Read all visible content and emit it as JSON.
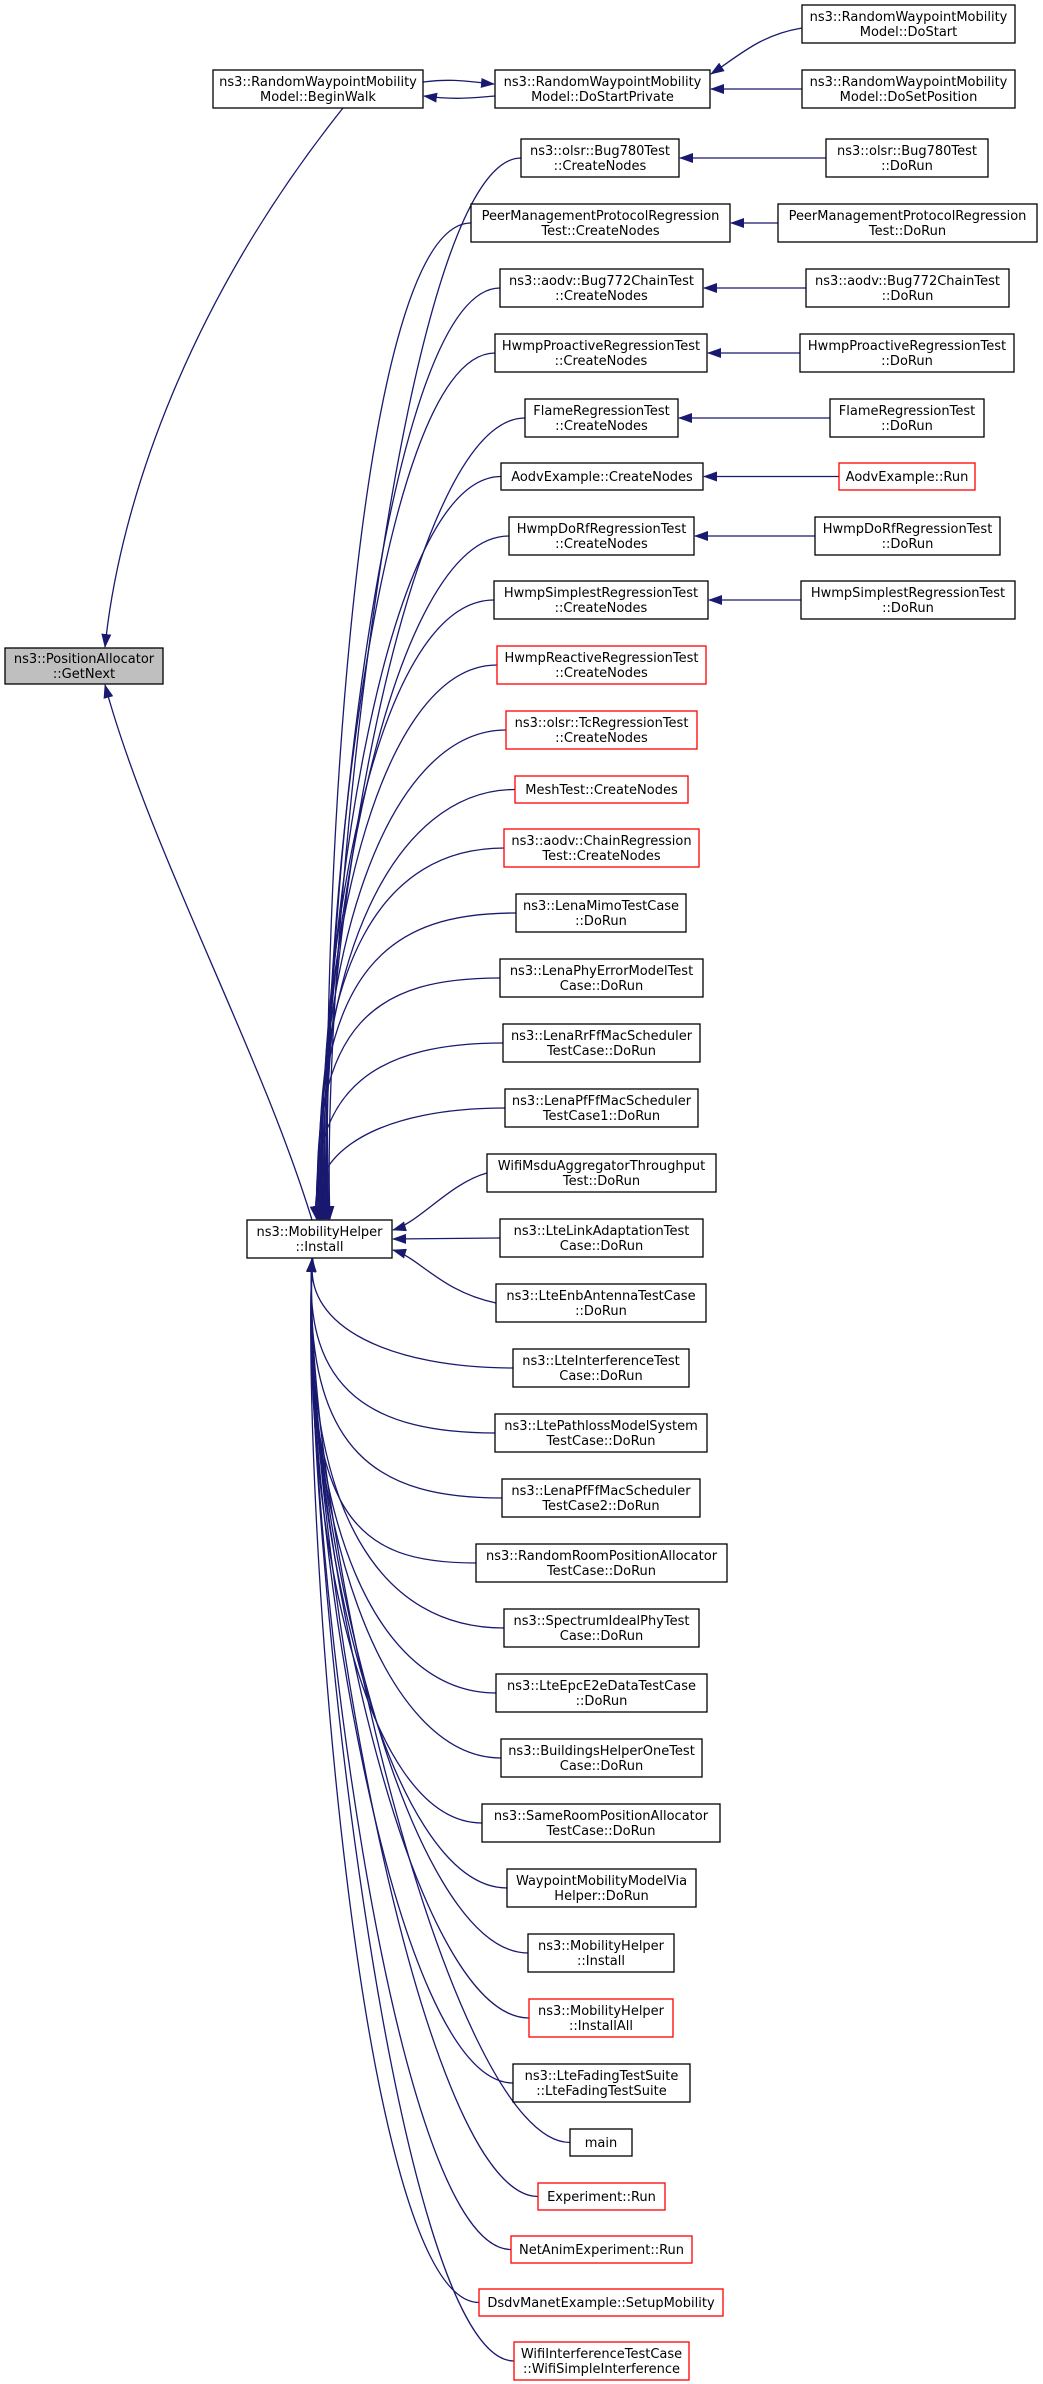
{
  "graph": {
    "nodes": [
      {
        "id": "getnext",
        "lines": [
          "ns3::PositionAllocator",
          "::GetNext"
        ],
        "style": "focus"
      },
      {
        "id": "beginwalk",
        "lines": [
          "ns3::RandomWaypointMobility",
          "Model::BeginWalk"
        ],
        "style": "normal"
      },
      {
        "id": "dostartprivate",
        "lines": [
          "ns3::RandomWaypointMobility",
          "Model::DoStartPrivate"
        ],
        "style": "normal"
      },
      {
        "id": "dostart",
        "lines": [
          "ns3::RandomWaypointMobility",
          "Model::DoStart"
        ],
        "style": "normal"
      },
      {
        "id": "dosetposition",
        "lines": [
          "ns3::RandomWaypointMobility",
          "Model::DoSetPosition"
        ],
        "style": "normal"
      },
      {
        "id": "install",
        "lines": [
          "ns3::MobilityHelper",
          "::Install"
        ],
        "style": "normal"
      },
      {
        "id": "bug780cn",
        "lines": [
          "ns3::olsr::Bug780Test",
          "::CreateNodes"
        ],
        "style": "normal"
      },
      {
        "id": "bug780run",
        "lines": [
          "ns3::olsr::Bug780Test",
          "::DoRun"
        ],
        "style": "normal"
      },
      {
        "id": "pmprcn",
        "lines": [
          "PeerManagementProtocolRegression",
          "Test::CreateNodes"
        ],
        "style": "normal"
      },
      {
        "id": "pmprrun",
        "lines": [
          "PeerManagementProtocolRegression",
          "Test::DoRun"
        ],
        "style": "normal"
      },
      {
        "id": "bug772cn",
        "lines": [
          "ns3::aodv::Bug772ChainTest",
          "::CreateNodes"
        ],
        "style": "normal"
      },
      {
        "id": "bug772run",
        "lines": [
          "ns3::aodv::Bug772ChainTest",
          "::DoRun"
        ],
        "style": "normal"
      },
      {
        "id": "hpcn",
        "lines": [
          "HwmpProactiveRegressionTest",
          "::CreateNodes"
        ],
        "style": "normal"
      },
      {
        "id": "hprun",
        "lines": [
          "HwmpProactiveRegressionTest",
          "::DoRun"
        ],
        "style": "normal"
      },
      {
        "id": "flamecn",
        "lines": [
          "FlameRegressionTest",
          "::CreateNodes"
        ],
        "style": "normal"
      },
      {
        "id": "flamerun",
        "lines": [
          "FlameRegressionTest",
          "::DoRun"
        ],
        "style": "normal"
      },
      {
        "id": "aodvexcn",
        "lines": [
          "AodvExample::CreateNodes"
        ],
        "style": "normal"
      },
      {
        "id": "aodvexrun",
        "lines": [
          "AodvExample::Run"
        ],
        "style": "red"
      },
      {
        "id": "hdrfcn",
        "lines": [
          "HwmpDoRfRegressionTest",
          "::CreateNodes"
        ],
        "style": "normal"
      },
      {
        "id": "hdrfrun",
        "lines": [
          "HwmpDoRfRegressionTest",
          "::DoRun"
        ],
        "style": "normal"
      },
      {
        "id": "hsimcn",
        "lines": [
          "HwmpSimplestRegressionTest",
          "::CreateNodes"
        ],
        "style": "normal"
      },
      {
        "id": "hsimrun",
        "lines": [
          "HwmpSimplestRegressionTest",
          "::DoRun"
        ],
        "style": "normal"
      },
      {
        "id": "hreactcn",
        "lines": [
          "HwmpReactiveRegressionTest",
          "::CreateNodes"
        ],
        "style": "red"
      },
      {
        "id": "olsrtccn",
        "lines": [
          "ns3::olsr::TcRegressionTest",
          "::CreateNodes"
        ],
        "style": "red"
      },
      {
        "id": "meshcn",
        "lines": [
          "MeshTest::CreateNodes"
        ],
        "style": "red"
      },
      {
        "id": "aodvchaincn",
        "lines": [
          "ns3::aodv::ChainRegression",
          "Test::CreateNodes"
        ],
        "style": "red"
      },
      {
        "id": "lenamimo",
        "lines": [
          "ns3::LenaMimoTestCase",
          "::DoRun"
        ],
        "style": "normal"
      },
      {
        "id": "lenaphyerr",
        "lines": [
          "ns3::LenaPhyErrorModelTest",
          "Case::DoRun"
        ],
        "style": "normal"
      },
      {
        "id": "lenarrff",
        "lines": [
          "ns3::LenaRrFfMacScheduler",
          "TestCase::DoRun"
        ],
        "style": "normal"
      },
      {
        "id": "lenapfff1",
        "lines": [
          "ns3::LenaPfFfMacScheduler",
          "TestCase1::DoRun"
        ],
        "style": "normal"
      },
      {
        "id": "wifimsdu",
        "lines": [
          "WifiMsduAggregatorThroughput",
          "Test::DoRun"
        ],
        "style": "normal"
      },
      {
        "id": "ltelinkadapt",
        "lines": [
          "ns3::LteLinkAdaptationTest",
          "Case::DoRun"
        ],
        "style": "normal"
      },
      {
        "id": "lteenbant",
        "lines": [
          "ns3::LteEnbAntennaTestCase",
          "::DoRun"
        ],
        "style": "normal"
      },
      {
        "id": "lteinterf",
        "lines": [
          "ns3::LteInterferenceTest",
          "Case::DoRun"
        ],
        "style": "normal"
      },
      {
        "id": "ltepathloss",
        "lines": [
          "ns3::LtePathlossModelSystem",
          "TestCase::DoRun"
        ],
        "style": "normal"
      },
      {
        "id": "lenapfff2",
        "lines": [
          "ns3::LenaPfFfMacScheduler",
          "TestCase2::DoRun"
        ],
        "style": "normal"
      },
      {
        "id": "randroom",
        "lines": [
          "ns3::RandomRoomPositionAllocator",
          "TestCase::DoRun"
        ],
        "style": "normal"
      },
      {
        "id": "specideal",
        "lines": [
          "ns3::SpectrumIdealPhyTest",
          "Case::DoRun"
        ],
        "style": "normal"
      },
      {
        "id": "lteepce2e",
        "lines": [
          "ns3::LteEpcE2eDataTestCase",
          "::DoRun"
        ],
        "style": "normal"
      },
      {
        "id": "bldhelper",
        "lines": [
          "ns3::BuildingsHelperOneTest",
          "Case::DoRun"
        ],
        "style": "normal"
      },
      {
        "id": "sameroom",
        "lines": [
          "ns3::SameRoomPositionAllocator",
          "TestCase::DoRun"
        ],
        "style": "normal"
      },
      {
        "id": "waypointvia",
        "lines": [
          "WaypointMobilityModelVia",
          "Helper::DoRun"
        ],
        "style": "normal"
      },
      {
        "id": "mhinstall",
        "lines": [
          "ns3::MobilityHelper",
          "::Install"
        ],
        "style": "normal"
      },
      {
        "id": "mhinstallall",
        "lines": [
          "ns3::MobilityHelper",
          "::InstallAll"
        ],
        "style": "red"
      },
      {
        "id": "ltefading",
        "lines": [
          "ns3::LteFadingTestSuite",
          "::LteFadingTestSuite"
        ],
        "style": "normal"
      },
      {
        "id": "main",
        "lines": [
          "main"
        ],
        "style": "normal"
      },
      {
        "id": "exprun",
        "lines": [
          "Experiment::Run"
        ],
        "style": "red"
      },
      {
        "id": "netanimrun",
        "lines": [
          "NetAnimExperiment::Run"
        ],
        "style": "red"
      },
      {
        "id": "dsdvsetup",
        "lines": [
          "DsdvManetExample::SetupMobility"
        ],
        "style": "red"
      },
      {
        "id": "wifiinterf",
        "lines": [
          "WifiInterferenceTestCase",
          "::WifiSimpleInterference"
        ],
        "style": "red"
      }
    ]
  }
}
